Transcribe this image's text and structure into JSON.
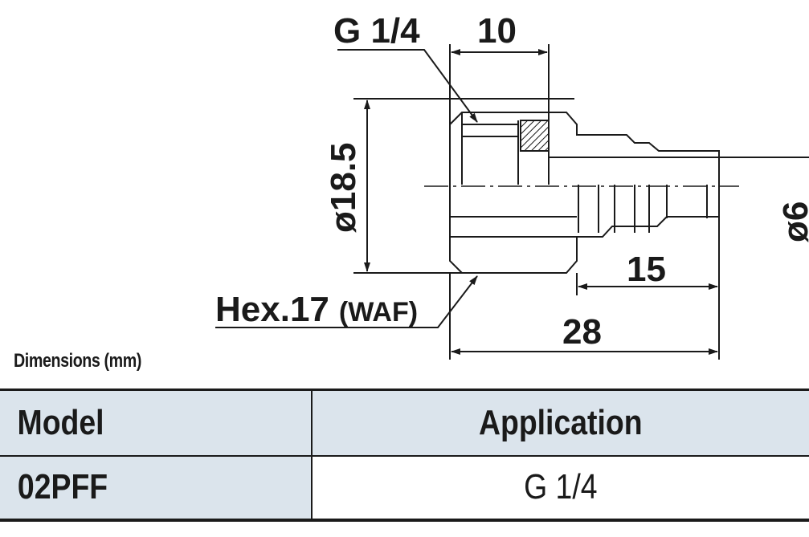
{
  "drawing": {
    "thread_label": "G 1/4",
    "dim_top": "10",
    "dim_diameter_body": "ø18.5",
    "dim_diameter_tube": "ø6",
    "dim_15": "15",
    "dim_28": "28",
    "hex_label": "Hex.17",
    "hex_note": "(WAF)"
  },
  "units_label": "Dimensions (mm)",
  "table": {
    "headers": {
      "model": "Model",
      "application": "Application"
    },
    "rows": [
      {
        "model": "02PFF",
        "application": "G 1/4"
      }
    ]
  },
  "colors": {
    "header_bg": "#dbe4ec",
    "line": "#1a1a1a"
  }
}
